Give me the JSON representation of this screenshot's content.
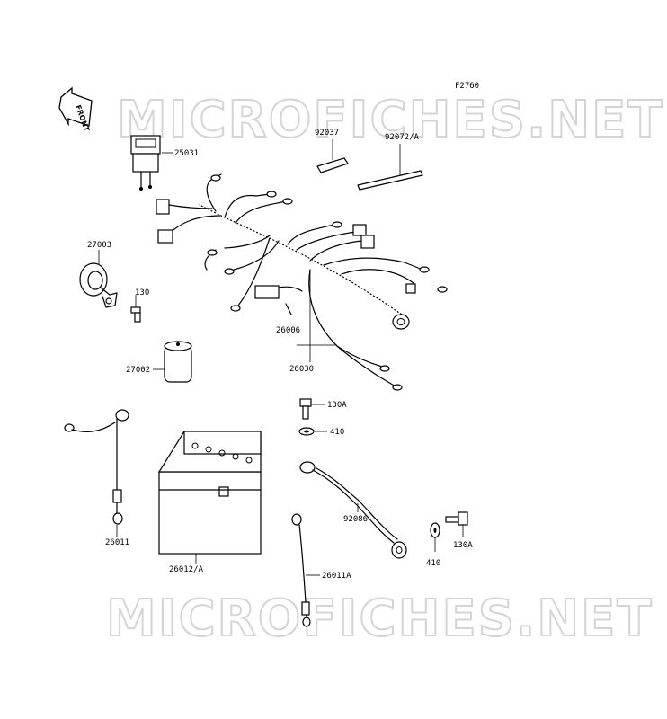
{
  "figure_code": "F2760",
  "front_arrow": "FRONT",
  "watermark": "MICROFICHES.NET",
  "parts": {
    "p25031": "25031",
    "p27003": "27003",
    "p130": "130",
    "p27002": "27002",
    "p92037": "92037",
    "p92072a": "92072/A",
    "p26006": "26006",
    "p26030": "26030",
    "p130a_top": "130A",
    "p410_top": "410",
    "p92086": "92086",
    "p410_bottom": "410",
    "p130a_bottom": "130A",
    "p26011": "26011",
    "p26012a": "26012/A",
    "p26011a": "26011A"
  }
}
